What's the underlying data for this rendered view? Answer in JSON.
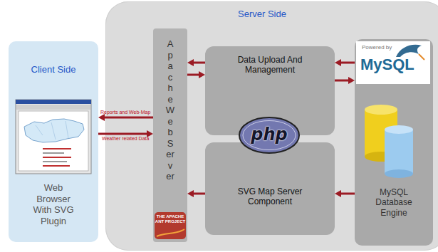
{
  "diagram": {
    "nodes": [
      {
        "text": [
          "Client Side",
          "Web Browser With SVG Plugin"
        ]
      },
      {
        "text": [
          "Server Side"
        ]
      },
      {
        "text": [
          "Apache Web Server"
        ],
        "in": 1
      },
      {
        "text": [
          "Data Upload And Management"
        ],
        "in": 1
      },
      {
        "text": [
          "SVG Map Server Component"
        ],
        "in": 1
      },
      {
        "text": [
          "MySQL Database Engine"
        ],
        "in": 1
      }
    ],
    "edges": [
      {
        "from": 2,
        "to": 0,
        "arrow": "to",
        "label": "Reports and Web-Map"
      },
      {
        "from": 0,
        "to": 2,
        "arrow": "to",
        "label": "Weather related Data"
      },
      {
        "from": 3,
        "to": 2,
        "arrow": "to"
      },
      {
        "from": 2,
        "to": 3,
        "arrow": "to"
      },
      {
        "from": 5,
        "to": 3,
        "arrow": "to"
      },
      {
        "from": 3,
        "to": 5,
        "arrow": "to"
      },
      {
        "from": 4,
        "to": 2,
        "arrow": "to"
      },
      {
        "from": 5,
        "to": 4,
        "arrow": "to"
      }
    ],
    "labels": [
      "php",
      "Powered by",
      "MySQL",
      "THE APACHE ANT PROJECT"
    ]
  }
}
